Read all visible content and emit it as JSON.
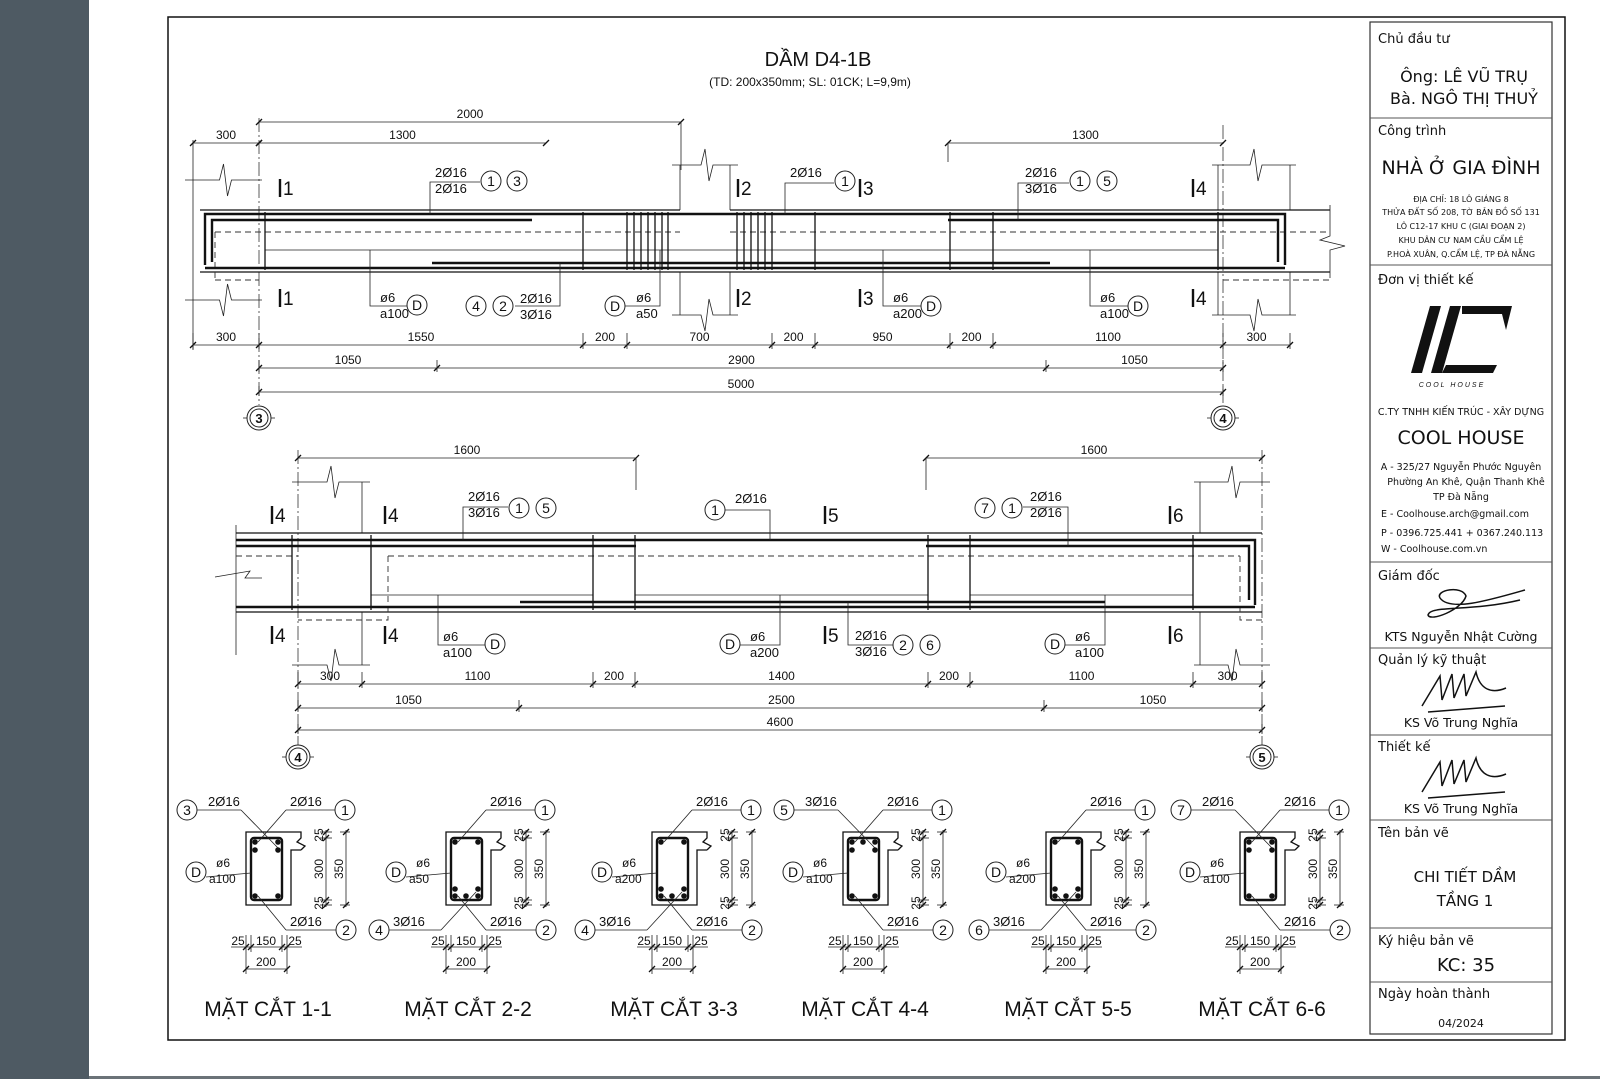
{
  "title": {
    "main": "DẦM D4-1B",
    "sub": "(TD: 200x350mm; SL: 01CK; L=9,9m)"
  },
  "beam1": {
    "dims_top": {
      "left_col": "300",
      "rebar3": "1300",
      "support": "2000",
      "rebar5": "1300"
    },
    "dims_bottom": [
      "300",
      "1550",
      "200",
      "700",
      "200",
      "950",
      "200",
      "1100",
      "300"
    ],
    "dims_mid": [
      "1050",
      "2900",
      "1050"
    ],
    "dims_total": [
      "5000"
    ],
    "axes": [
      "3",
      "4"
    ],
    "section_marks": [
      "1",
      "2",
      "3",
      "4"
    ],
    "callouts": {
      "top_left": {
        "lines": [
          "2Ø16",
          "2Ø16"
        ],
        "marks": [
          "1",
          "3"
        ]
      },
      "top_mid": {
        "lines": [
          "2Ø16"
        ],
        "marks": [
          "1"
        ]
      },
      "top_right": {
        "lines": [
          "2Ø16",
          "3Ø16"
        ],
        "marks": [
          "1",
          "5"
        ]
      },
      "stirrup_left": {
        "lines": [
          "ø6",
          "a100"
        ],
        "marks": [
          "D"
        ]
      },
      "bottom_left": {
        "lines": [
          "2Ø16",
          "3Ø16"
        ],
        "marks": [
          "4",
          "2"
        ]
      },
      "stirrup_dense": {
        "lines": [
          "ø6",
          "a50"
        ],
        "marks": [
          "D"
        ]
      },
      "stirrup_mid": {
        "lines": [
          "ø6",
          "a200"
        ],
        "marks": [
          "D"
        ]
      },
      "stirrup_right": {
        "lines": [
          "ø6",
          "a100"
        ],
        "marks": [
          "D"
        ]
      }
    }
  },
  "beam2": {
    "dims_top": {
      "rebar5": "1600",
      "rebar7": "1600"
    },
    "dims_bottom": [
      "300",
      "1100",
      "200",
      "1400",
      "200",
      "1100",
      "300"
    ],
    "dims_mid": [
      "1050",
      "2500",
      "1050"
    ],
    "dims_total": [
      "4600"
    ],
    "axes": [
      "4",
      "5"
    ],
    "section_marks": [
      "4",
      "4",
      "5",
      "6"
    ],
    "callouts": {
      "top_left": {
        "lines": [
          "2Ø16",
          "3Ø16"
        ],
        "marks": [
          "1",
          "5"
        ]
      },
      "top_mid": {
        "lines": [
          "2Ø16"
        ],
        "marks": [
          "1"
        ]
      },
      "top_right": {
        "lines": [
          "2Ø16",
          "2Ø16"
        ],
        "marks": [
          "7",
          "1"
        ]
      },
      "stirrup_left": {
        "lines": [
          "ø6",
          "a100"
        ],
        "marks": [
          "D"
        ]
      },
      "stirrup_mid": {
        "lines": [
          "ø6",
          "a200"
        ],
        "marks": [
          "D"
        ]
      },
      "bottom_mid": {
        "lines": [
          "2Ø16",
          "3Ø16"
        ],
        "marks": [
          "2",
          "6"
        ]
      },
      "stirrup_right": {
        "lines": [
          "ø6",
          "a100"
        ],
        "marks": [
          "D"
        ]
      }
    }
  },
  "sections": [
    {
      "title": "MẶT CẮT 1-1",
      "top_left": {
        "mark": "3",
        "text": "2Ø16"
      },
      "top_right": {
        "mark": "1",
        "text": "2Ø16"
      },
      "stirrup": {
        "mark": "D",
        "dia": "ø6",
        "spacing": "a100"
      },
      "bottom_left": null,
      "bottom_right": {
        "mark": "2",
        "text": "2Ø16"
      },
      "dims_v": [
        "25",
        "300",
        "25",
        "350"
      ],
      "dims_h": [
        "25",
        "150",
        "25",
        "200"
      ]
    },
    {
      "title": "MẶT CẮT 2-2",
      "top_left": null,
      "top_right": {
        "mark": "1",
        "text": "2Ø16"
      },
      "stirrup": {
        "mark": "D",
        "dia": "ø6",
        "spacing": "a50"
      },
      "bottom_left": {
        "mark": "4",
        "text": "3Ø16"
      },
      "bottom_right": {
        "mark": "2",
        "text": "2Ø16"
      },
      "dims_v": [
        "25",
        "300",
        "25",
        "350"
      ],
      "dims_h": [
        "25",
        "150",
        "25",
        "200"
      ]
    },
    {
      "title": "MẶT CẮT 3-3",
      "top_left": null,
      "top_right": {
        "mark": "1",
        "text": "2Ø16"
      },
      "stirrup": {
        "mark": "D",
        "dia": "ø6",
        "spacing": "a200"
      },
      "bottom_left": {
        "mark": "4",
        "text": "3Ø16"
      },
      "bottom_right": {
        "mark": "2",
        "text": "2Ø16"
      },
      "dims_v": [
        "25",
        "300",
        "25",
        "350"
      ],
      "dims_h": [
        "25",
        "150",
        "25",
        "200"
      ]
    },
    {
      "title": "MẶT CẮT 4-4",
      "top_left": {
        "mark": "5",
        "text": "3Ø16"
      },
      "top_right": {
        "mark": "1",
        "text": "2Ø16"
      },
      "stirrup": {
        "mark": "D",
        "dia": "ø6",
        "spacing": "a100"
      },
      "bottom_left": null,
      "bottom_right": {
        "mark": "2",
        "text": "2Ø16"
      },
      "dims_v": [
        "25",
        "300",
        "25",
        "350"
      ],
      "dims_h": [
        "25",
        "150",
        "25",
        "200"
      ]
    },
    {
      "title": "MẶT CẮT 5-5",
      "top_left": null,
      "top_right": {
        "mark": "1",
        "text": "2Ø16"
      },
      "stirrup": {
        "mark": "D",
        "dia": "ø6",
        "spacing": "a200"
      },
      "bottom_left": {
        "mark": "6",
        "text": "3Ø16"
      },
      "bottom_right": {
        "mark": "2",
        "text": "2Ø16"
      },
      "dims_v": [
        "25",
        "300",
        "25",
        "350"
      ],
      "dims_h": [
        "25",
        "150",
        "25",
        "200"
      ]
    },
    {
      "title": "MẶT CẮT 6-6",
      "top_left": {
        "mark": "7",
        "text": "2Ø16"
      },
      "top_right": {
        "mark": "1",
        "text": "2Ø16"
      },
      "stirrup": {
        "mark": "D",
        "dia": "ø6",
        "spacing": "a100"
      },
      "bottom_left": null,
      "bottom_right": {
        "mark": "2",
        "text": "2Ø16"
      },
      "dims_v": [
        "25",
        "300",
        "25",
        "350"
      ],
      "dims_h": [
        "25",
        "150",
        "25",
        "200"
      ]
    }
  ],
  "title_block": {
    "owner_label": "Chủ đầu tư",
    "owner_1": "Ông: LÊ VŨ TRỤ",
    "owner_2": "Bà. NGÔ THỊ THUỶ",
    "project_label": "Công trình",
    "project_name": "NHÀ Ở GIA ĐÌNH",
    "address": [
      "ĐỊA CHỈ: 18 LÔ GIÁNG 8",
      "THỬA ĐẤT SỐ 208, TỜ BẢN ĐỒ SỐ 131",
      "LÔ C12-17 KHU C (GIAI ĐOẠN 2)",
      "KHU DÂN CƯ NAM CẦU CẨM LỆ",
      "P.HOÀ XUÂN, Q.CẨM LỆ, TP ĐÀ NẴNG"
    ],
    "designer_label": "Đơn vị thiết kế",
    "logo_text": "COOL HOUSE",
    "company_type": "C.TY TNHH KIẾN TRÚC - XÂY DỰNG",
    "company_name": "COOL HOUSE",
    "company_address": [
      "A - 325/27 Nguyễn Phước Nguyên",
      "Phường An Khê, Quận Thanh Khê",
      "TP Đà Nẵng"
    ],
    "email": "E - Coolhouse.arch@gmail.com",
    "phone": "P - 0396.725.441 + 0367.240.113",
    "web": "W - Coolhouse.com.vn",
    "director_label": "Giám đốc",
    "director_name": "KTS Nguyễn Nhật Cường",
    "tech_label": "Quản lý kỹ thuật",
    "tech_name": "KS Võ Trung Nghĩa",
    "design_label": "Thiết kế",
    "design_name": "KS Võ Trung Nghĩa",
    "drawing_name_label": "Tên bản vẽ",
    "drawing_name_1": "CHI TIẾT DẦM",
    "drawing_name_2": "TẦNG 1",
    "drawing_code_label": "Ký hiệu bản vẽ",
    "drawing_code": "KC: 35",
    "date_label": "Ngày hoàn thành",
    "date": "04/2024"
  }
}
